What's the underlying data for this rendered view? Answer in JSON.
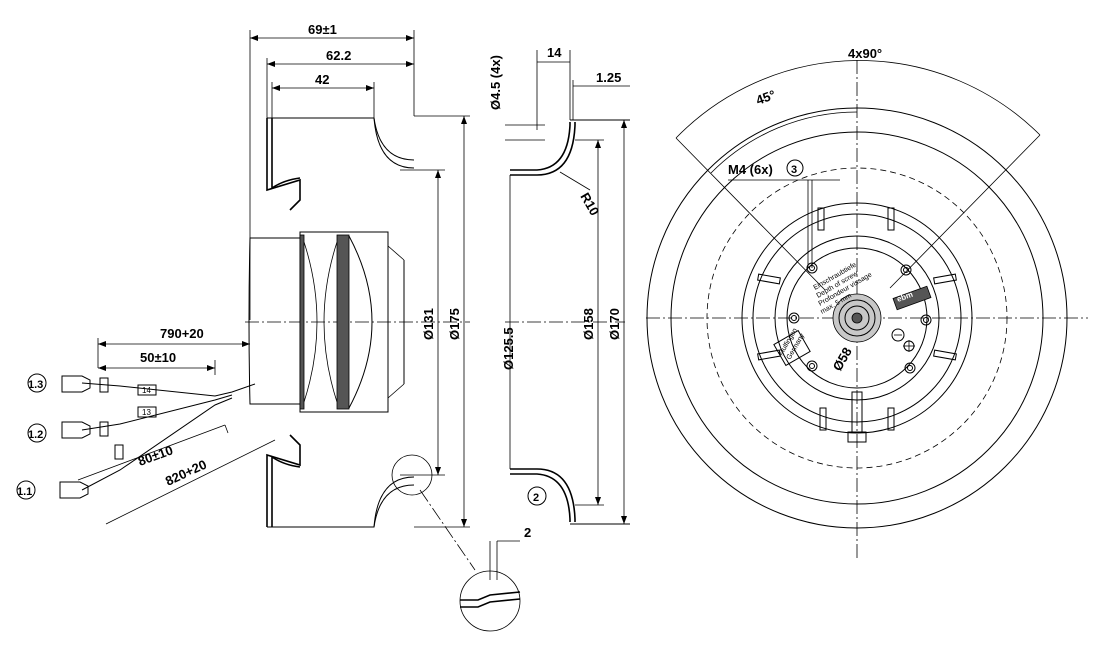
{
  "side_view": {
    "dim_overall_width": "69±1",
    "dim_ring_width": "62.2",
    "dim_inlet_depth": "42",
    "dim_dia_131": "Ø131",
    "dim_dia_175": "Ø175",
    "cable_790": "790+20",
    "cable_50": "50±10",
    "cable_80": "80±10",
    "cable_820": "820+20",
    "marker_14": "14",
    "marker_13": "13",
    "callout_1_3": "1.3",
    "callout_1_2": "1.2",
    "callout_1_1": "1.1"
  },
  "detail": {
    "dim_wall": "2"
  },
  "section_view": {
    "dim_holes": "Ø4.5 (4x)",
    "dim_14": "14",
    "dim_125": "1.25",
    "dim_r10": "R10",
    "dim_dia_125_5": "Ø125.5",
    "dim_dia_158": "Ø158",
    "dim_dia_170": "Ø170",
    "callout_2": "2"
  },
  "front_view": {
    "dim_angle_4x90": "4x90°",
    "dim_angle_45": "45°",
    "dim_m4": "M4 (6x)",
    "callout_3": "3",
    "dim_dia_58": "Ø58",
    "label_depth_de": "Einschraubtiefe",
    "label_depth_en": "Depth of screw",
    "label_depth_fr": "Profondeur vissage",
    "label_depth_val": "max. 5 mm",
    "label_origin_1": "Mulfingen",
    "label_origin_2": "Germany",
    "label_brand": "ebm"
  }
}
